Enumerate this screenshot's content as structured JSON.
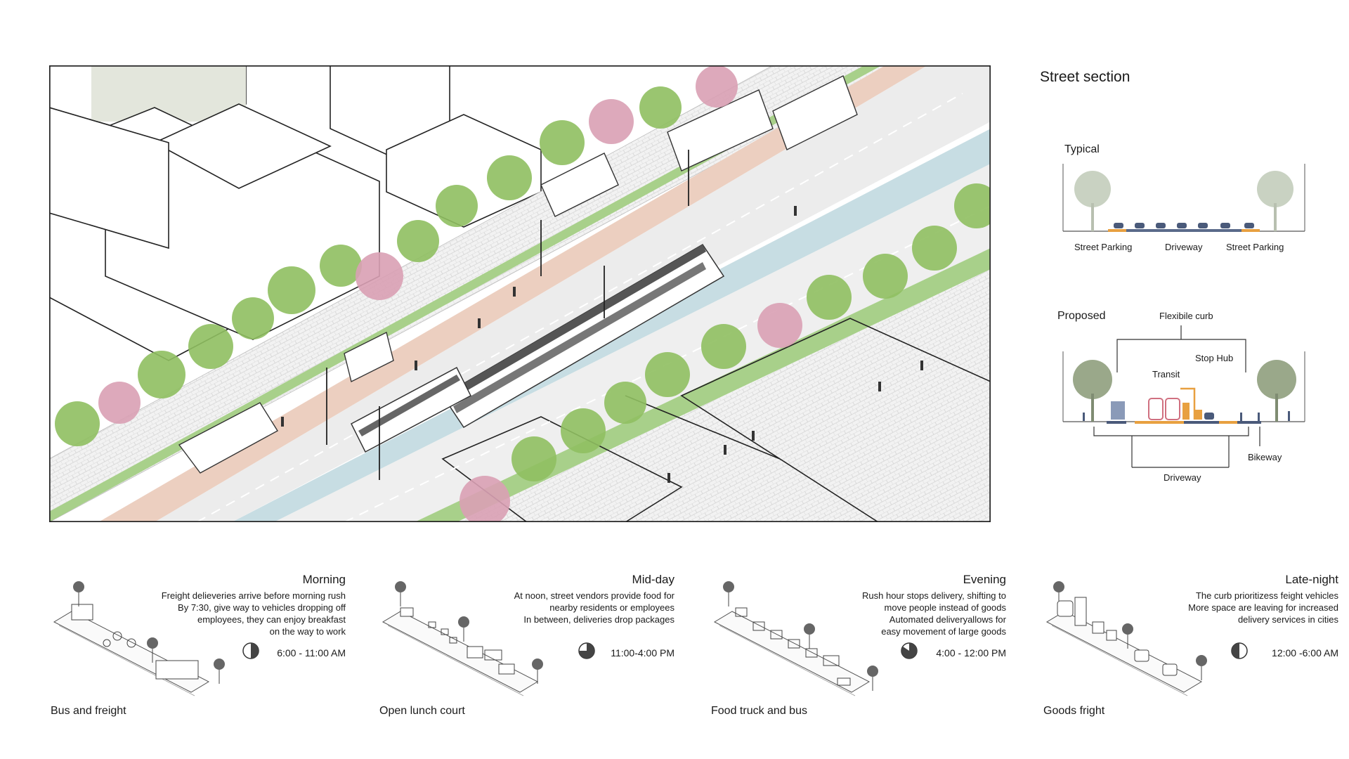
{
  "section": {
    "title": "Street section",
    "typical": {
      "label": "Typical",
      "labels": [
        "Street Parking",
        "Driveway",
        "Street Parking"
      ]
    },
    "proposed": {
      "label": "Proposed",
      "flexible_curb": "Flexibile curb",
      "stop_hub": "Stop Hub",
      "transit": "Transit",
      "bikeway": "Bikeway",
      "driveway": "Driveway"
    }
  },
  "colors": {
    "bike_lane": "#eccfc0",
    "transit_lane": "#c7dde3",
    "green_strip": "#a8d08a",
    "tree_green": "#8fbf60",
    "tree_pink": "#d9a0b4",
    "stop_hub": "#e8a040",
    "transit_red": "#d07080"
  },
  "panels": [
    {
      "title": "Morning",
      "lines": [
        "Freight delieveries arrive before morning rush",
        "By 7:30, give way to    vehicles dropping off",
        "employees, they can enjoy breakfast",
        "on the way to work"
      ],
      "time": "6:00 - 11:00 AM",
      "name": "Bus and freight",
      "clock_fraction": 0.5
    },
    {
      "title": "Mid-day",
      "lines": [
        "At noon, street vendors provide food for",
        "nearby residents or employees",
        "In between, deliveries drop packages"
      ],
      "time": "11:00-4:00 PM",
      "name": "Open lunch court",
      "clock_fraction": 0.75
    },
    {
      "title": "Evening",
      "lines": [
        "Rush hour stops delivery, shifting to",
        "move people instead of goods",
        "Automated deliveryallows for",
        "easy movement of large goods"
      ],
      "time": "4:00 - 12:00 PM",
      "name": "Food truck and bus",
      "clock_fraction": 0.85
    },
    {
      "title": "Late-night",
      "lines": [
        "The curb prioritizess feight vehicles",
        "More space are leaving for increased",
        "delivery services in cities"
      ],
      "time": "12:00 -6:00 AM",
      "name": "Goods fright",
      "clock_fraction": 0.5
    }
  ]
}
